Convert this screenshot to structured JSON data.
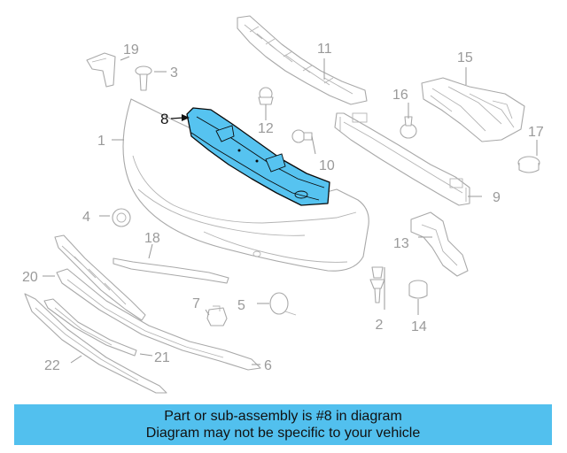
{
  "callouts": {
    "c1": "1",
    "c2": "2",
    "c3": "3",
    "c4": "4",
    "c5": "5",
    "c6": "6",
    "c7": "7",
    "c8": "8",
    "c9": "9",
    "c10": "10",
    "c11": "11",
    "c12": "12",
    "c13": "13",
    "c14": "14",
    "c15": "15",
    "c16": "16",
    "c17": "17",
    "c18": "18",
    "c19": "19",
    "c20": "20",
    "c21": "21",
    "c22": "22"
  },
  "highlighted_part": "8",
  "colors": {
    "highlight_fill": "#56c3f0",
    "banner_background": "#52c0ee",
    "line_art": "#a9a9a9"
  },
  "banner": {
    "line1": "Part or sub-assembly is #8 in diagram",
    "line2": "Diagram may not be specific to your vehicle"
  }
}
